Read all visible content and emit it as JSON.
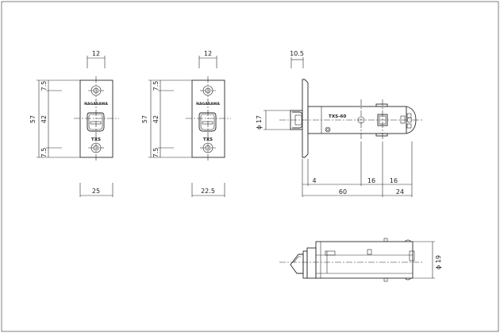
{
  "front_view_25": {
    "top_width": "12",
    "bottom_width": "25",
    "height_total": "57",
    "height_mid": "42",
    "height_top": "7.5",
    "height_bottom": "7.5",
    "brand": "NAGASAWA",
    "model_mark": "TXS"
  },
  "front_view_22_5": {
    "top_width": "12",
    "bottom_width": "22.5",
    "height_total": "57",
    "height_mid": "42",
    "height_top": "7.5",
    "height_bottom": "7.5",
    "brand": "NAGASAWA",
    "model_mark": "TXS"
  },
  "side_view": {
    "faceplate_thickness": "10.5",
    "latch_diameter": "ϕ 17",
    "body_label": "TXS-60",
    "dim_latch": "4",
    "dim_backset": "60",
    "dim_hole_a": "16",
    "dim_hole_b": "16",
    "dim_rear": "24"
  },
  "top_view": {
    "body_diameter": "ϕ 19"
  }
}
